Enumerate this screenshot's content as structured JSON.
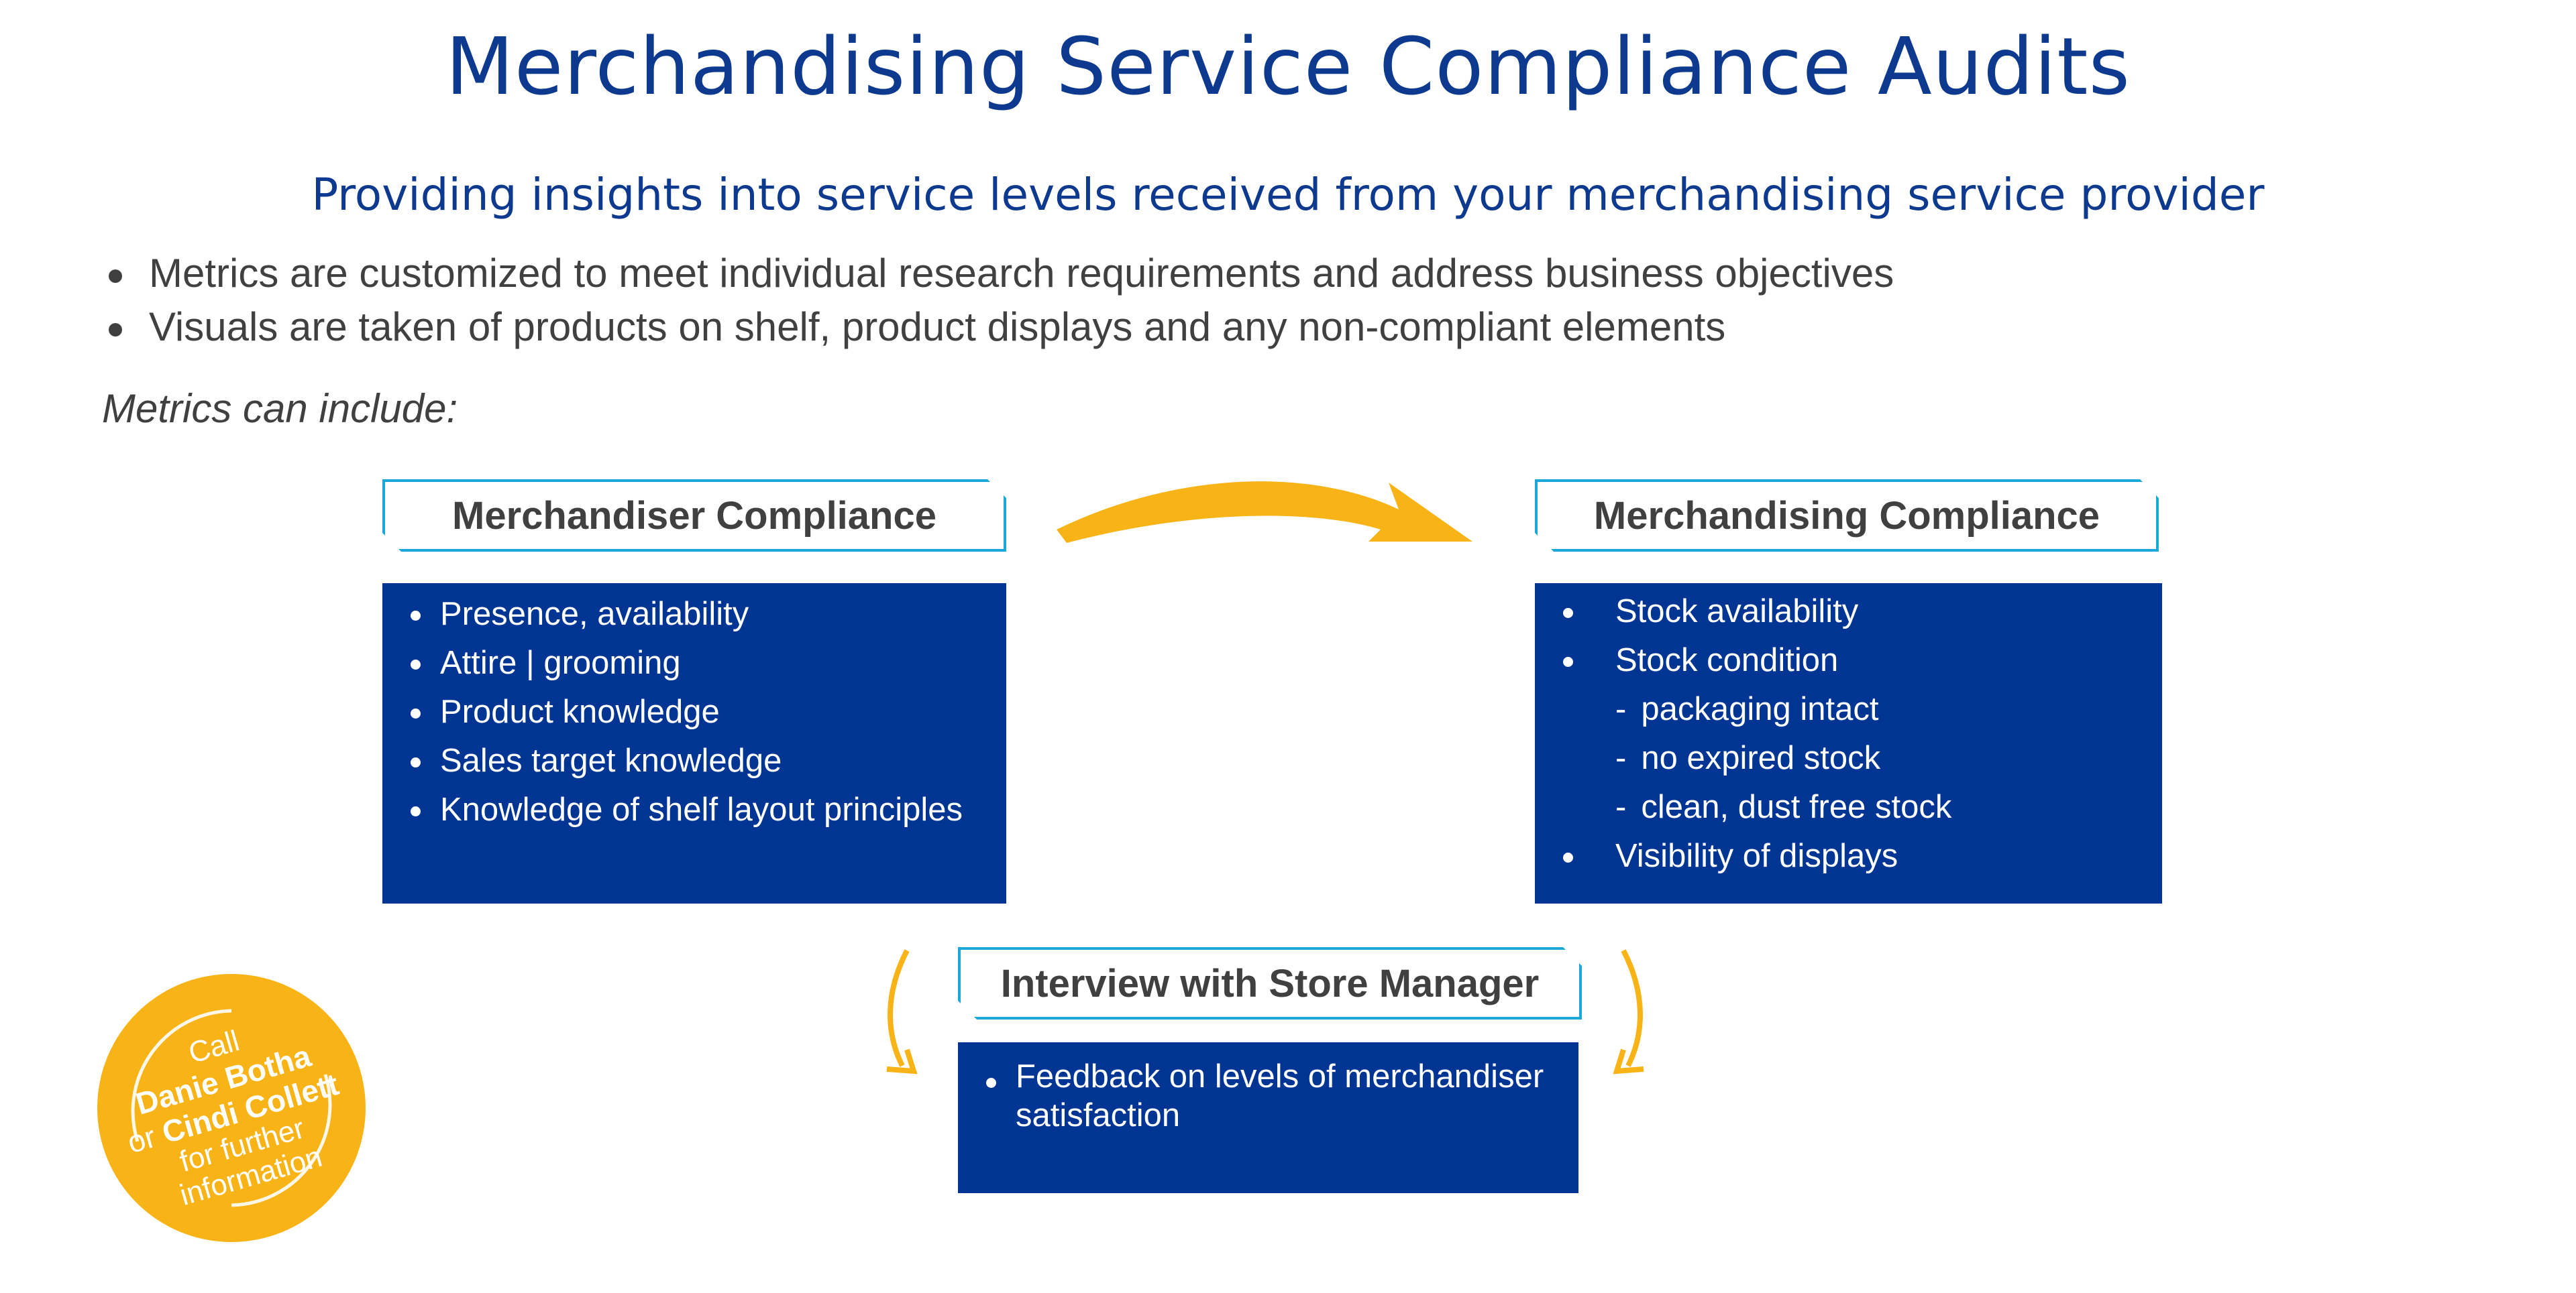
{
  "title": "Merchandising Service Compliance Audits",
  "subtitle": "Providing insights into service levels received from your merchandising service provider",
  "bullets": [
    "Metrics are customized to meet individual research requirements and address business objectives",
    "Visuals are taken of products on shelf, product displays and any non-compliant elements"
  ],
  "metrics_label": "Metrics can include:",
  "boxes": {
    "merchandiser": {
      "header": "Merchandiser Compliance",
      "items": [
        "Presence, availability",
        "Attire | grooming",
        "Product knowledge",
        "Sales target knowledge",
        "Knowledge of shelf layout principles"
      ]
    },
    "merchandising": {
      "header": "Merchandising Compliance",
      "items": [
        "Stock availability",
        "Stock condition"
      ],
      "sub_items": [
        "packaging intact",
        "no expired stock",
        "clean, dust free stock"
      ],
      "last_item": "Visibility of displays"
    },
    "interview": {
      "header": "Interview with Store Manager",
      "items": [
        "Feedback on levels of merchandiser",
        "satisfaction"
      ]
    }
  },
  "badge": {
    "line1": "Call",
    "name1": "Danie Botha",
    "or": "or ",
    "name2": "Cindi Collett",
    "line4": "for further",
    "line5": "information"
  },
  "colors": {
    "title_blue": "#0d3a8e",
    "panel_blue": "#013593",
    "header_border": "#1aa8d8",
    "accent_yellow": "#f8b316",
    "text_gray": "#404040"
  }
}
